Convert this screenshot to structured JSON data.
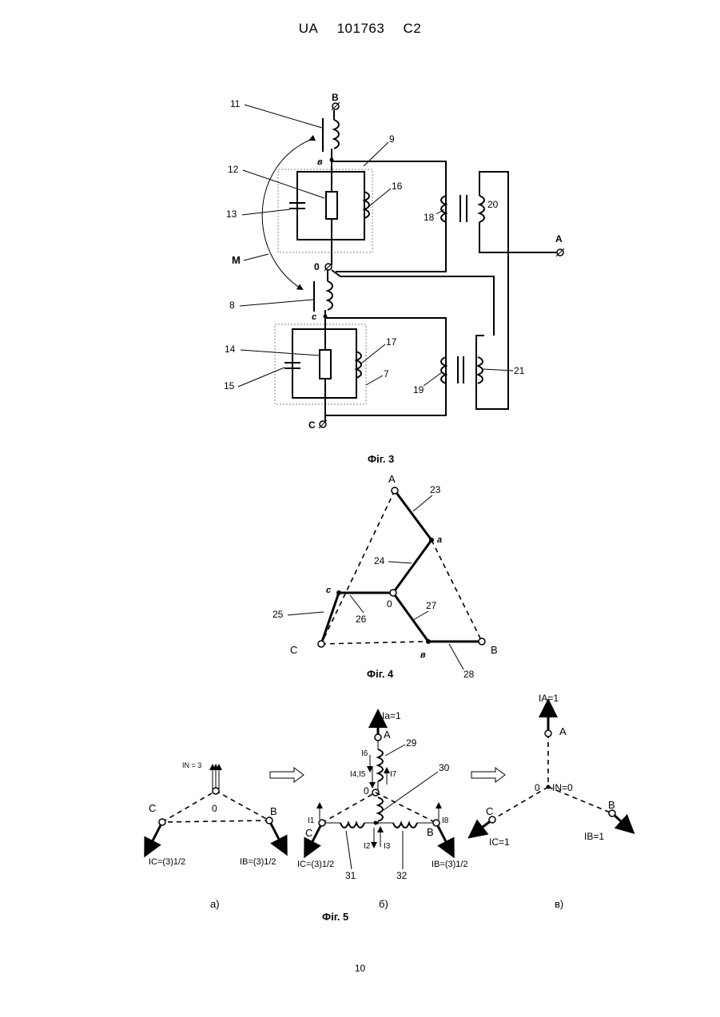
{
  "header": {
    "country": "UA",
    "number": "101763",
    "kind": "C2"
  },
  "page_number": "10",
  "fig3": {
    "caption": "Фіг. 3",
    "terminals": {
      "b": "B",
      "a": "A",
      "o": "0",
      "c": "C"
    },
    "nodes": {
      "v": "в",
      "c": "c"
    },
    "mutual": "M",
    "refs": [
      "11",
      "9",
      "12",
      "16",
      "13",
      "20",
      "18",
      "8",
      "14",
      "17",
      "15",
      "7",
      "19",
      "21"
    ]
  },
  "fig4": {
    "caption": "Фіг. 4",
    "vertices": {
      "a": "A",
      "b": "B",
      "c": "C",
      "o": "0"
    },
    "points": {
      "a": "a",
      "c": "c",
      "v": "в"
    },
    "refs": [
      "23",
      "24",
      "25",
      "26",
      "27",
      "28"
    ]
  },
  "fig5": {
    "caption": "Фіг. 5",
    "panels": [
      "а)",
      "б)",
      "в)"
    ],
    "panel_a": {
      "c": "C",
      "b": "B",
      "o": "0",
      "in_label": "IN = 3",
      "ic_label": "IC=(3)1/2",
      "ib_label": "IB=(3)1/2"
    },
    "panel_b": {
      "a": "A",
      "c": "C",
      "b": "B",
      "o": "0",
      "ia_label": "Ia=1",
      "i1": "I1",
      "i2": "I2",
      "i3": "I3",
      "i45": "I4,I5",
      "i6": "I6",
      "i7": "I7",
      "i8": "I8",
      "ic_label": "IC=(3)1/2",
      "ib_label": "IB=(3)1/2",
      "refs": [
        "29",
        "30",
        "31",
        "32"
      ]
    },
    "panel_c": {
      "a": "A",
      "c": "C",
      "b": "B",
      "o": "0",
      "ia_label": "IA=1",
      "in_label": "IN=0",
      "ic_label": "IC=1",
      "ib_label": "IB=1"
    }
  }
}
